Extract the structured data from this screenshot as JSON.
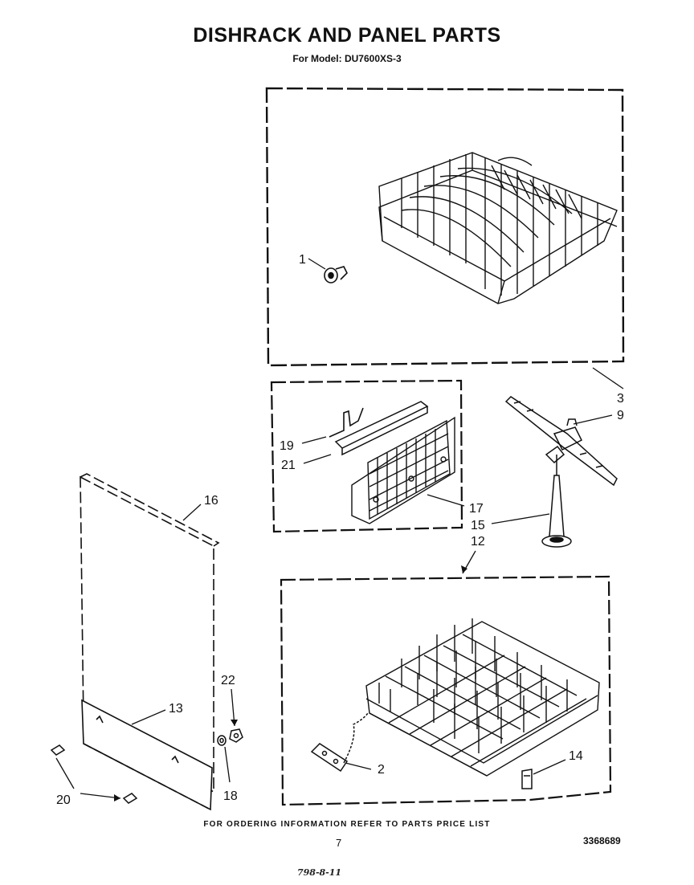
{
  "title": "DISHRACK AND PANEL PARTS",
  "subtitle": "For Model: DU7600XS-3",
  "footer": "FOR ORDERING INFORMATION REFER TO PARTS PRICE LIST",
  "page_number": "7",
  "document_number": "3368689",
  "handwritten_note": "798-8-11",
  "callouts": {
    "c1": "1",
    "c2": "2",
    "c3": "3",
    "c9": "9",
    "c12": "12",
    "c13": "13",
    "c14": "14",
    "c15": "15",
    "c16": "16",
    "c17": "17",
    "c18": "18",
    "c19": "19",
    "c20": "20",
    "c21": "21",
    "c22": "22"
  }
}
